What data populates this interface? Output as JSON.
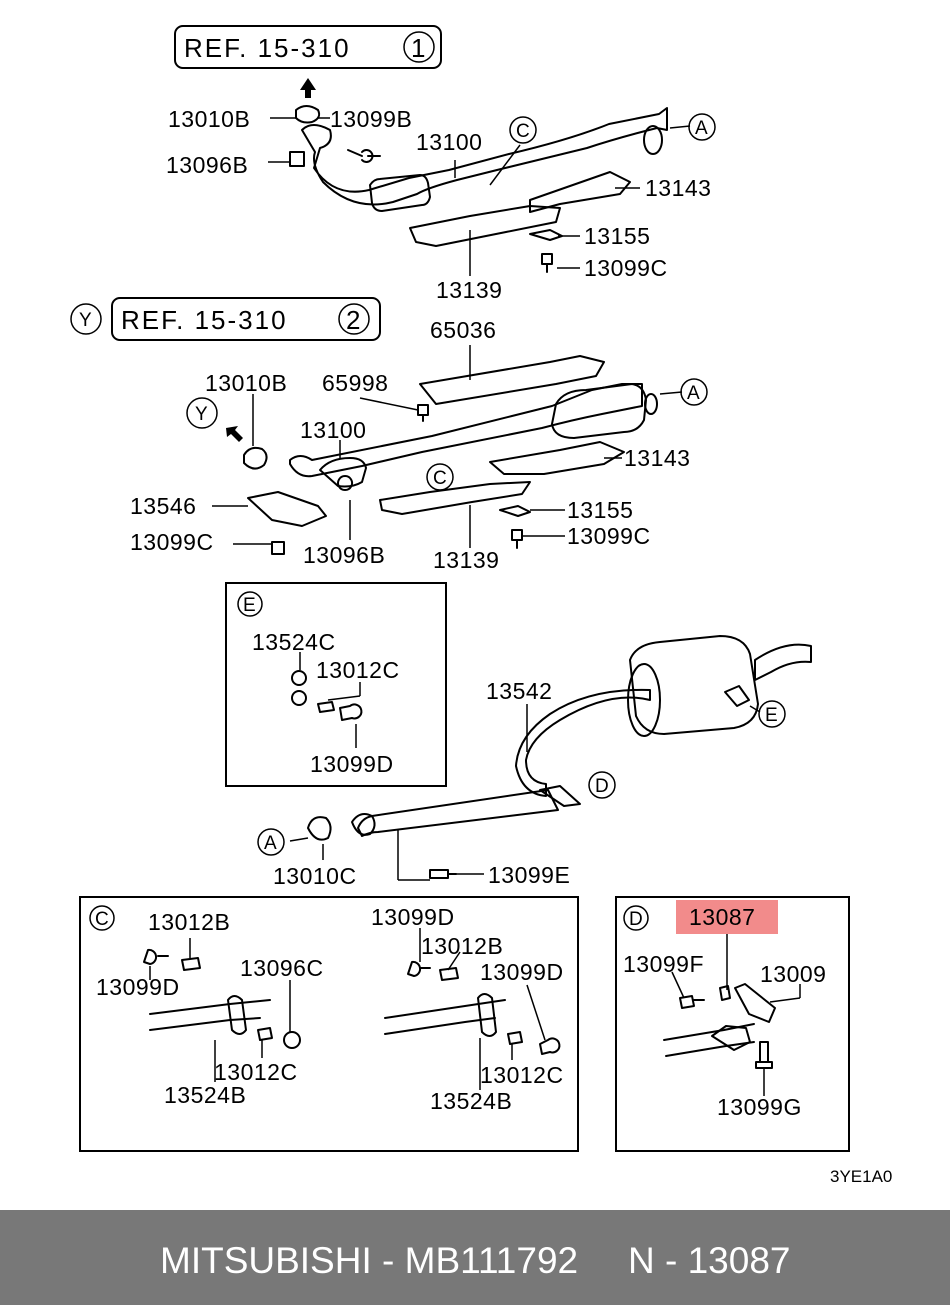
{
  "refs": {
    "ref_top": "REF. 15-310",
    "ref_top_num": "1",
    "ref_mid": "REF. 15-310",
    "ref_mid_num": "2",
    "y_marker": "Y"
  },
  "markers": {
    "A": "A",
    "C": "C",
    "D": "D",
    "E": "E"
  },
  "labels_top": {
    "p13010B": "13010B",
    "p13099B": "13099B",
    "p13096B": "13096B",
    "p13100": "13100",
    "p13143": "13143",
    "p13155": "13155",
    "p13099C": "13099C",
    "p13139": "13139"
  },
  "labels_mid": {
    "p65036": "65036",
    "p13010B": "13010B",
    "p65998": "65998",
    "p13100": "13100",
    "p13143": "13143",
    "p13546": "13546",
    "p13155": "13155",
    "p13099C_left": "13099C",
    "p13096B": "13096B",
    "p13139": "13139",
    "p13099C_right": "13099C"
  },
  "labels_e_box": {
    "p13524C": "13524C",
    "p13012C": "13012C",
    "p13099D": "13099D"
  },
  "labels_muffler": {
    "p13542": "13542",
    "p13010C": "13010C",
    "p13099E": "13099E"
  },
  "labels_c_box": {
    "p13012B_l": "13012B",
    "p13099D_l": "13099D",
    "p13096C": "13096C",
    "p13012C_l": "13012C",
    "p13524B_l": "13524B",
    "p13099D_r1": "13099D",
    "p13012B_r": "13012B",
    "p13099D_r2": "13099D",
    "p13012C_r": "13012C",
    "p13524B_r": "13524B"
  },
  "labels_d_box": {
    "p13087": "13087",
    "p13099F": "13099F",
    "p13009": "13009",
    "p13099G": "13099G"
  },
  "highlight_color": "#f28b8b",
  "code": "3YE1A0",
  "footer": {
    "left": "MITSUBISHI - MB111792",
    "right": "N - 13087"
  }
}
